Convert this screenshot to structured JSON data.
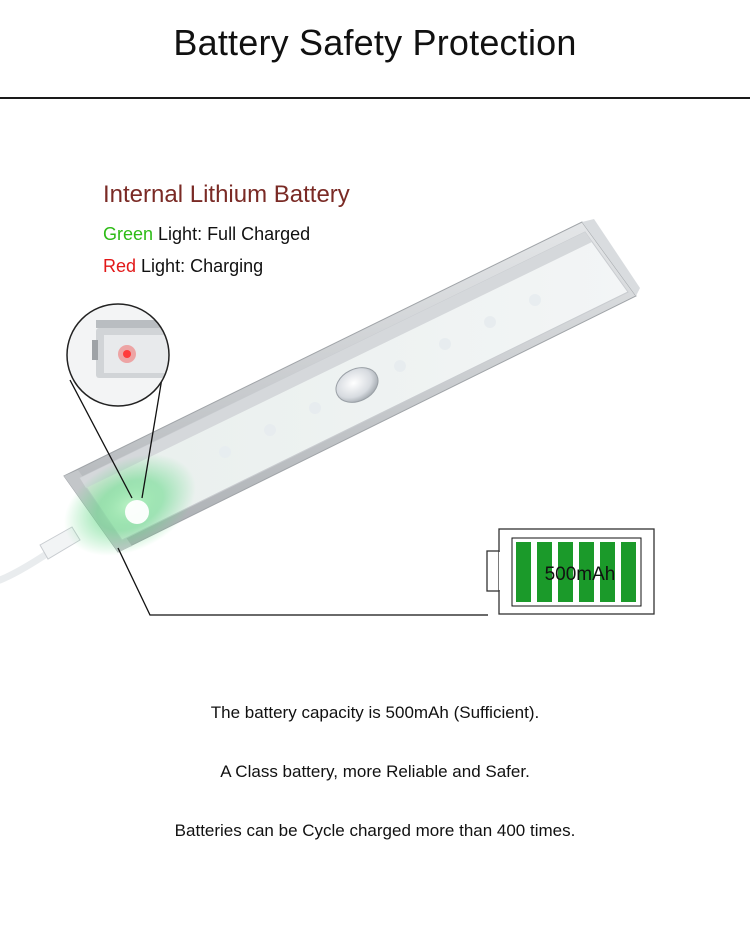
{
  "page": {
    "title": "Battery Safety Protection"
  },
  "battery_info": {
    "heading": "Internal Lithium Battery",
    "green_word": "Green",
    "green_rest": " Light: Full Charged",
    "red_word": "Red",
    "red_rest": " Light: Charging",
    "capacity_label": "500mAh"
  },
  "colors": {
    "heading": "#7a2a25",
    "green": "#2dbb16",
    "red": "#e21818",
    "battery_fill": "#1b9a2a"
  },
  "description": {
    "line1": "The battery capacity is 500mAh (Sufficient).",
    "line2": "A Class battery, more Reliable and Safer.",
    "line3": "Batteries can be Cycle charged more than 400 times."
  }
}
